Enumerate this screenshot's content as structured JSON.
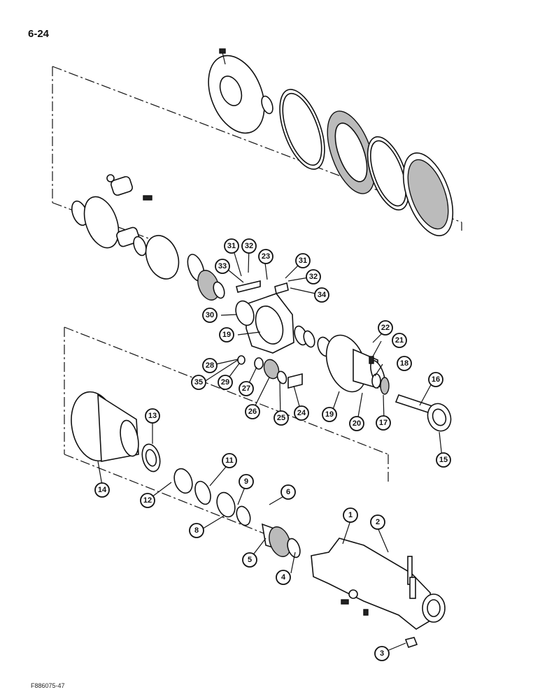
{
  "page_number": "6-24",
  "figure_code": "F886075-47",
  "callouts": [
    {
      "id": "c1",
      "label": "1"
    },
    {
      "id": "c2",
      "label": "2"
    },
    {
      "id": "c3",
      "label": "3"
    },
    {
      "id": "c4",
      "label": "4"
    },
    {
      "id": "c5",
      "label": "5"
    },
    {
      "id": "c6",
      "label": "6"
    },
    {
      "id": "c8",
      "label": "8"
    },
    {
      "id": "c9",
      "label": "9"
    },
    {
      "id": "c11",
      "label": "11"
    },
    {
      "id": "c12",
      "label": "12"
    },
    {
      "id": "c13",
      "label": "13"
    },
    {
      "id": "c14",
      "label": "14"
    },
    {
      "id": "c15",
      "label": "15"
    },
    {
      "id": "c16",
      "label": "16"
    },
    {
      "id": "c17",
      "label": "17"
    },
    {
      "id": "c18",
      "label": "18"
    },
    {
      "id": "c19a",
      "label": "19"
    },
    {
      "id": "c19b",
      "label": "19"
    },
    {
      "id": "c20",
      "label": "20"
    },
    {
      "id": "c21",
      "label": "21"
    },
    {
      "id": "c22",
      "label": "22"
    },
    {
      "id": "c23",
      "label": "23"
    },
    {
      "id": "c24",
      "label": "24"
    },
    {
      "id": "c25",
      "label": "25"
    },
    {
      "id": "c26",
      "label": "26"
    },
    {
      "id": "c27",
      "label": "27"
    },
    {
      "id": "c28",
      "label": "28"
    },
    {
      "id": "c29",
      "label": "29"
    },
    {
      "id": "c30",
      "label": "30"
    },
    {
      "id": "c31a",
      "label": "31"
    },
    {
      "id": "c31b",
      "label": "31"
    },
    {
      "id": "c32a",
      "label": "32"
    },
    {
      "id": "c32b",
      "label": "32"
    },
    {
      "id": "c33",
      "label": "33"
    },
    {
      "id": "c34",
      "label": "34"
    },
    {
      "id": "c35",
      "label": "35"
    }
  ]
}
